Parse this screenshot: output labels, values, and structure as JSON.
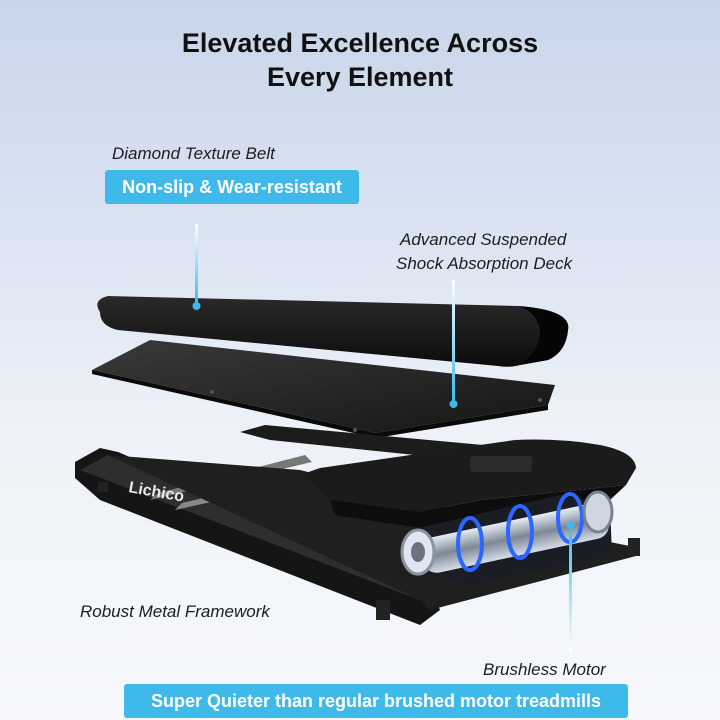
{
  "headline": {
    "line1": "Elevated Excellence Across",
    "line2": "Every Element"
  },
  "callouts": {
    "belt_label": "Diamond Texture Belt",
    "belt_badge": "Non-slip & Wear-resistant",
    "deck_label_line1": "Advanced Suspended",
    "deck_label_line2": "Shock Absorption Deck",
    "frame_label": "Robust Metal Framework",
    "motor_label": "Brushless Motor"
  },
  "brand": "Lichico",
  "footer_badge": "Super Quieter than regular brushed motor treadmills",
  "colors": {
    "accent": "#3eb9ea",
    "background_top": "#c9d5ea",
    "product": "#1a1a1a"
  }
}
